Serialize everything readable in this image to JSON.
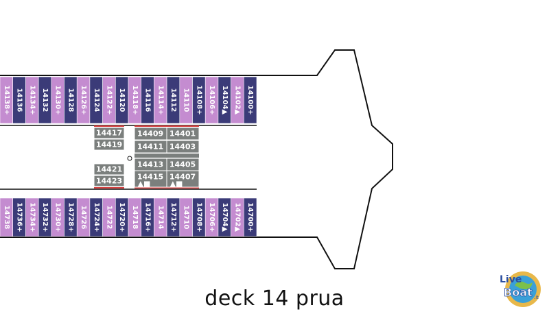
{
  "caption": "deck 14 prua",
  "logo": {
    "text": "LiveBoat.it",
    "icon": "liveboat-logo"
  },
  "colors": {
    "navy": "#3b3b78",
    "lilac": "#c48cd0",
    "gray": "#7b7f7d",
    "accent_red": "#d84040",
    "hull": "#111111"
  },
  "cabins": {
    "upper": [
      {
        "label": "14138+",
        "color": "lilac"
      },
      {
        "label": "14136",
        "color": "navy"
      },
      {
        "label": "14134+",
        "color": "lilac"
      },
      {
        "label": "14132",
        "color": "navy"
      },
      {
        "label": "14130+",
        "color": "lilac"
      },
      {
        "label": "14128",
        "color": "navy"
      },
      {
        "label": "14126+",
        "color": "lilac"
      },
      {
        "label": "14124",
        "color": "navy"
      },
      {
        "label": "14122+",
        "color": "lilac"
      },
      {
        "label": "14120",
        "color": "navy"
      },
      {
        "label": "14118+",
        "color": "lilac"
      },
      {
        "label": "14116",
        "color": "navy"
      },
      {
        "label": "14114+",
        "color": "lilac"
      },
      {
        "label": "14112",
        "color": "navy"
      },
      {
        "label": "14110",
        "color": "lilac"
      },
      {
        "label": "14108+",
        "color": "navy"
      },
      {
        "label": "14106+",
        "color": "lilac"
      },
      {
        "label": "14104▲",
        "color": "navy"
      },
      {
        "label": "14102▲",
        "color": "lilac"
      },
      {
        "label": "14100+",
        "color": "navy"
      }
    ],
    "lower": [
      {
        "label": "14738",
        "color": "lilac"
      },
      {
        "label": "14736+",
        "color": "navy"
      },
      {
        "label": "14734+",
        "color": "lilac"
      },
      {
        "label": "14732+",
        "color": "navy"
      },
      {
        "label": "14730+",
        "color": "lilac"
      },
      {
        "label": "14728+",
        "color": "navy"
      },
      {
        "label": "14726",
        "color": "lilac"
      },
      {
        "label": "14724+",
        "color": "navy"
      },
      {
        "label": "14722",
        "color": "lilac"
      },
      {
        "label": "14720+",
        "color": "navy"
      },
      {
        "label": "14718",
        "color": "lilac"
      },
      {
        "label": "14716+",
        "color": "navy"
      },
      {
        "label": "14714",
        "color": "lilac"
      },
      {
        "label": "14712+",
        "color": "navy"
      },
      {
        "label": "14710",
        "color": "lilac"
      },
      {
        "label": "14708+",
        "color": "navy"
      },
      {
        "label": "14706+",
        "color": "lilac"
      },
      {
        "label": "14704▲",
        "color": "navy"
      },
      {
        "label": "14702▲",
        "color": "lilac"
      },
      {
        "label": "14700+",
        "color": "navy"
      }
    ],
    "inner_left": [
      "14417",
      "14419",
      "14421",
      "14423"
    ],
    "inner_mid": [
      "14409",
      "14411",
      "14413",
      "14415"
    ],
    "inner_right": [
      "14401",
      "14403",
      "14405",
      "14407"
    ],
    "accessible_mark": "▲■"
  }
}
